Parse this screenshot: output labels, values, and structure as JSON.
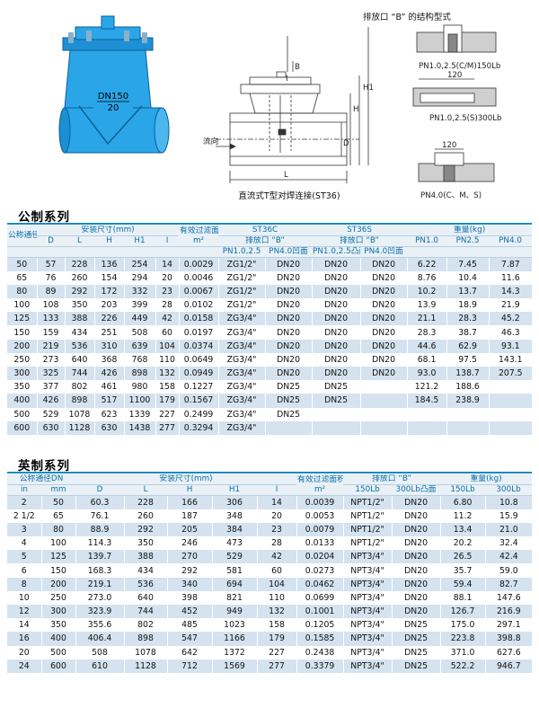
{
  "drawing": {
    "left_valve": {
      "dn_label": "DN150",
      "pn_label": "20"
    },
    "center": {
      "dim_B": "B",
      "dim_H1": "H1",
      "dim_H": "H",
      "dim_D": "D",
      "dim_I": "I",
      "dim_L": "L",
      "flow_label": "流向",
      "caption": "直流式T型对焊连接(ST36)"
    },
    "right": {
      "title": "排放口 “B” 的结构型式",
      "variant1": "PN1.0,2.5(C/M)150Lb",
      "variant2_dim": "120",
      "variant2": "PN1.0,2.5(S)300Lb",
      "variant3_dim": "120",
      "variant3": "PN4.0(C、M、S)"
    }
  },
  "metric": {
    "title": "公制系列",
    "header": {
      "dn": "公称通径DN",
      "install": "安装尺寸(mm)",
      "area": "有效过滤面积",
      "area_unit": "m²",
      "st36c": "ST36C",
      "st36s": "ST36S",
      "weight": "重量(kg)",
      "drain_c": "排放口 “B”",
      "drain_s": "排放口 “B”",
      "cols": [
        "D",
        "L",
        "H",
        "H1",
        "I"
      ],
      "c_sub": [
        "PN1.0,2.5",
        "PN4.0凹面"
      ],
      "s_sub": [
        "PN1.0,2.5凸面",
        "PN4.0凹面"
      ],
      "w_sub": [
        "PN1.0",
        "PN2.5",
        "PN4.0"
      ]
    },
    "rows": [
      [
        "50",
        "57",
        "228",
        "136",
        "254",
        "14",
        "0.0029",
        "ZG1/2\"",
        "DN20",
        "DN20",
        "DN20",
        "6.22",
        "7.45",
        "7.87"
      ],
      [
        "65",
        "76",
        "260",
        "154",
        "294",
        "20",
        "0.0046",
        "ZG1/2\"",
        "DN20",
        "DN20",
        "DN20",
        "8.76",
        "10.4",
        "11.6"
      ],
      [
        "80",
        "89",
        "292",
        "172",
        "332",
        "23",
        "0.0067",
        "ZG1/2\"",
        "DN20",
        "DN20",
        "DN20",
        "10.2",
        "13.7",
        "14.3"
      ],
      [
        "100",
        "108",
        "350",
        "203",
        "399",
        "28",
        "0.0102",
        "ZG1/2\"",
        "DN20",
        "DN20",
        "DN20",
        "13.9",
        "18.9",
        "21.9"
      ],
      [
        "125",
        "133",
        "388",
        "226",
        "449",
        "42",
        "0.0158",
        "ZG3/4\"",
        "DN20",
        "DN20",
        "DN20",
        "21.1",
        "28.3",
        "45.2"
      ],
      [
        "150",
        "159",
        "434",
        "251",
        "508",
        "60",
        "0.0197",
        "ZG3/4\"",
        "DN20",
        "DN20",
        "DN20",
        "28.3",
        "38.7",
        "46.3"
      ],
      [
        "200",
        "219",
        "536",
        "310",
        "639",
        "104",
        "0.0374",
        "ZG3/4\"",
        "DN20",
        "DN20",
        "DN20",
        "44.6",
        "62.9",
        "93.1"
      ],
      [
        "250",
        "273",
        "640",
        "368",
        "768",
        "110",
        "0.0649",
        "ZG3/4\"",
        "DN20",
        "DN20",
        "DN20",
        "68.1",
        "97.5",
        "143.1"
      ],
      [
        "300",
        "325",
        "744",
        "426",
        "898",
        "132",
        "0.0949",
        "ZG3/4\"",
        "DN20",
        "DN20",
        "DN20",
        "93.0",
        "138.7",
        "207.5"
      ],
      [
        "350",
        "377",
        "802",
        "461",
        "980",
        "158",
        "0.1227",
        "ZG3/4\"",
        "DN25",
        "DN25",
        "",
        "121.2",
        "188.6",
        ""
      ],
      [
        "400",
        "426",
        "898",
        "517",
        "1100",
        "179",
        "0.1567",
        "ZG3/4\"",
        "DN25",
        "DN25",
        "",
        "184.5",
        "238.9",
        ""
      ],
      [
        "500",
        "529",
        "1078",
        "623",
        "1339",
        "227",
        "0.2499",
        "ZG3/4\"",
        "DN25",
        "",
        "",
        "",
        "",
        ""
      ],
      [
        "600",
        "630",
        "1128",
        "630",
        "1438",
        "277",
        "0.3294",
        "ZG3/4\"",
        "",
        "",
        "",
        "",
        "",
        ""
      ]
    ]
  },
  "imperial": {
    "title": "英制系列",
    "header": {
      "dn": "公称通径DN",
      "install": "安装尺寸(mm)",
      "area": "有效过滤面积",
      "area_unit": "m²",
      "drain": "排放口 “B”",
      "weight": "重量(kg)",
      "in": "in",
      "mm": "mm",
      "cols": [
        "D",
        "L",
        "H",
        "H1",
        "I"
      ],
      "drain_sub": [
        "150Lb",
        "300Lb凸面"
      ],
      "w_sub": [
        "150Lb",
        "300Lb"
      ]
    },
    "rows": [
      [
        "2",
        "50",
        "60.3",
        "228",
        "166",
        "306",
        "14",
        "0.0039",
        "NPT1/2\"",
        "DN20",
        "6.80",
        "10.8"
      ],
      [
        "2 1/2",
        "65",
        "76.1",
        "260",
        "187",
        "348",
        "20",
        "0.0053",
        "NPT1/2\"",
        "DN20",
        "11.2",
        "15.9"
      ],
      [
        "3",
        "80",
        "88.9",
        "292",
        "205",
        "384",
        "23",
        "0.0079",
        "NPT1/2\"",
        "DN20",
        "13.4",
        "21.0"
      ],
      [
        "4",
        "100",
        "114.3",
        "350",
        "246",
        "473",
        "28",
        "0.0133",
        "NPT1/2\"",
        "DN20",
        "20.2",
        "32.4"
      ],
      [
        "5",
        "125",
        "139.7",
        "388",
        "270",
        "529",
        "42",
        "0.0204",
        "NPT3/4\"",
        "DN20",
        "26.5",
        "42.4"
      ],
      [
        "6",
        "150",
        "168.3",
        "434",
        "292",
        "581",
        "60",
        "0.0273",
        "NPT3/4\"",
        "DN20",
        "35.7",
        "59.0"
      ],
      [
        "8",
        "200",
        "219.1",
        "536",
        "340",
        "694",
        "104",
        "0.0462",
        "NPT3/4\"",
        "DN20",
        "59.4",
        "82.7"
      ],
      [
        "10",
        "250",
        "273.0",
        "640",
        "398",
        "821",
        "110",
        "0.0699",
        "NPT3/4\"",
        "DN20",
        "88.1",
        "147.6"
      ],
      [
        "12",
        "300",
        "323.9",
        "744",
        "452",
        "949",
        "132",
        "0.1001",
        "NPT3/4\"",
        "DN20",
        "126.7",
        "216.9"
      ],
      [
        "14",
        "350",
        "355.6",
        "802",
        "485",
        "1023",
        "158",
        "0.1205",
        "NPT3/4\"",
        "DN25",
        "175.0",
        "297.1"
      ],
      [
        "16",
        "400",
        "406.4",
        "898",
        "547",
        "1166",
        "179",
        "0.1585",
        "NPT3/4\"",
        "DN25",
        "223.8",
        "398.8"
      ],
      [
        "20",
        "500",
        "508",
        "1078",
        "642",
        "1372",
        "227",
        "0.2438",
        "NPT3/4\"",
        "DN25",
        "371.0",
        "627.6"
      ],
      [
        "24",
        "600",
        "610",
        "1128",
        "712",
        "1569",
        "277",
        "0.3379",
        "NPT3/4\"",
        "DN25",
        "522.2",
        "946.7"
      ]
    ]
  },
  "colors": {
    "valve_blue": "#2aa6e8",
    "accent": "#1a8ac0",
    "row_stripe": "#d4e3ef"
  }
}
